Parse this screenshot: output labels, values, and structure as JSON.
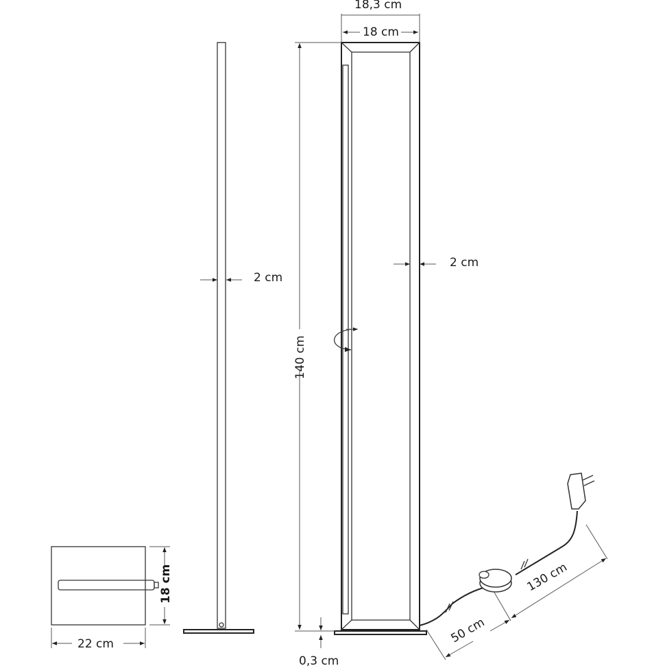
{
  "title": "Floor lamp dimension drawing",
  "dimensions": {
    "outer_width": "18,3 cm",
    "inner_width": "18 cm",
    "side_thickness": "2 cm",
    "front_thickness": "2 cm",
    "height": "140 cm",
    "base_depth": "18 cm",
    "base_width": "22 cm",
    "base_height": "0,3 cm",
    "cord_to_switch": "50 cm",
    "cord_switch_to_plug": "130 cm"
  },
  "colors": {
    "line": "#333333",
    "dimension": "#555555",
    "background": "#ffffff"
  }
}
